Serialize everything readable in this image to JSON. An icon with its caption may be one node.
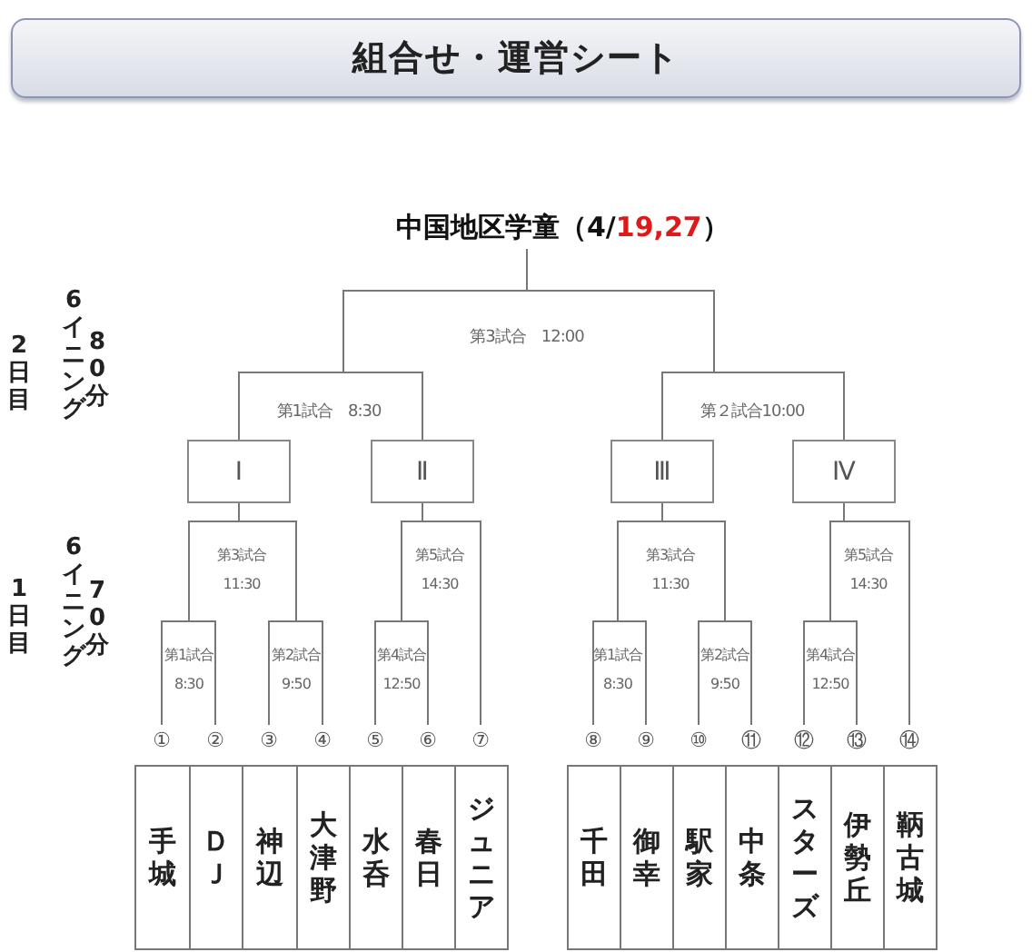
{
  "diagram": {
    "title": "組合せ・運営シート",
    "nodes": [
      {
        "text": [
          "中国地区学童（4/",
          "19,27",
          "）"
        ]
      },
      {
        "text": [
          "Ⅰ"
        ]
      },
      {
        "text": [
          "Ⅱ"
        ]
      },
      {
        "text": [
          "Ⅲ"
        ]
      },
      {
        "text": [
          "Ⅳ"
        ]
      },
      {
        "text": [
          "手城"
        ],
        "beside": [
          "①"
        ]
      },
      {
        "text": [
          "ＤＪ"
        ],
        "beside": [
          "②"
        ]
      },
      {
        "text": [
          "神辺"
        ],
        "beside": [
          "③"
        ]
      },
      {
        "text": [
          "大津野"
        ],
        "beside": [
          "④"
        ]
      },
      {
        "text": [
          "水呑"
        ],
        "beside": [
          "⑤"
        ]
      },
      {
        "text": [
          "春日"
        ],
        "beside": [
          "⑥"
        ]
      },
      {
        "text": [
          "ジュニア"
        ],
        "beside": [
          "⑦"
        ]
      },
      {
        "text": [
          "千田"
        ],
        "beside": [
          "⑧"
        ]
      },
      {
        "text": [
          "御幸"
        ],
        "beside": [
          "⑨"
        ]
      },
      {
        "text": [
          "駅家"
        ],
        "beside": [
          "⑩"
        ]
      },
      {
        "text": [
          "中条"
        ],
        "beside": [
          "⑪"
        ]
      },
      {
        "text": [
          "スターズ"
        ],
        "beside": [
          "⑫"
        ]
      },
      {
        "text": [
          "伊勢丘"
        ],
        "beside": [
          "⑬"
        ]
      },
      {
        "text": [
          "鞆古城"
        ],
        "beside": [
          "⑭"
        ]
      }
    ],
    "edges": [
      {
        "from": 5,
        "to": 1,
        "arrow": "none"
      },
      {
        "from": 6,
        "to": 1,
        "arrow": "none"
      },
      {
        "from": 7,
        "to": 1,
        "arrow": "none"
      },
      {
        "from": 8,
        "to": 1,
        "arrow": "none"
      },
      {
        "from": 9,
        "to": 2,
        "arrow": "none"
      },
      {
        "from": 10,
        "to": 2,
        "arrow": "none"
      },
      {
        "from": 11,
        "to": 2,
        "arrow": "none"
      },
      {
        "from": 12,
        "to": 3,
        "arrow": "none"
      },
      {
        "from": 13,
        "to": 3,
        "arrow": "none"
      },
      {
        "from": 14,
        "to": 3,
        "arrow": "none"
      },
      {
        "from": 15,
        "to": 3,
        "arrow": "none"
      },
      {
        "from": 16,
        "to": 4,
        "arrow": "none"
      },
      {
        "from": 17,
        "to": 4,
        "arrow": "none"
      },
      {
        "from": 18,
        "to": 4,
        "arrow": "none"
      },
      {
        "from": 1,
        "to": 0,
        "arrow": "none"
      },
      {
        "from": 2,
        "to": 0,
        "arrow": "none"
      },
      {
        "from": 3,
        "to": 0,
        "arrow": "none"
      },
      {
        "from": 4,
        "to": 0,
        "arrow": "none"
      }
    ],
    "labels": [
      "2日目",
      "6イニング",
      "80分",
      "第3試合　12:00",
      "第1試合　8:30",
      "第２試合10:00",
      "1日目",
      "6イニング",
      "70分",
      "第3試合 11:30",
      "第5試合 14:30",
      "第3試合 11:30",
      "第5試合 14:30",
      "第1試合 8:30",
      "第2試合 9:50",
      "第4試合 12:50",
      "第1試合 8:30",
      "第2試合 9:50",
      "第4試合 12:50"
    ]
  }
}
